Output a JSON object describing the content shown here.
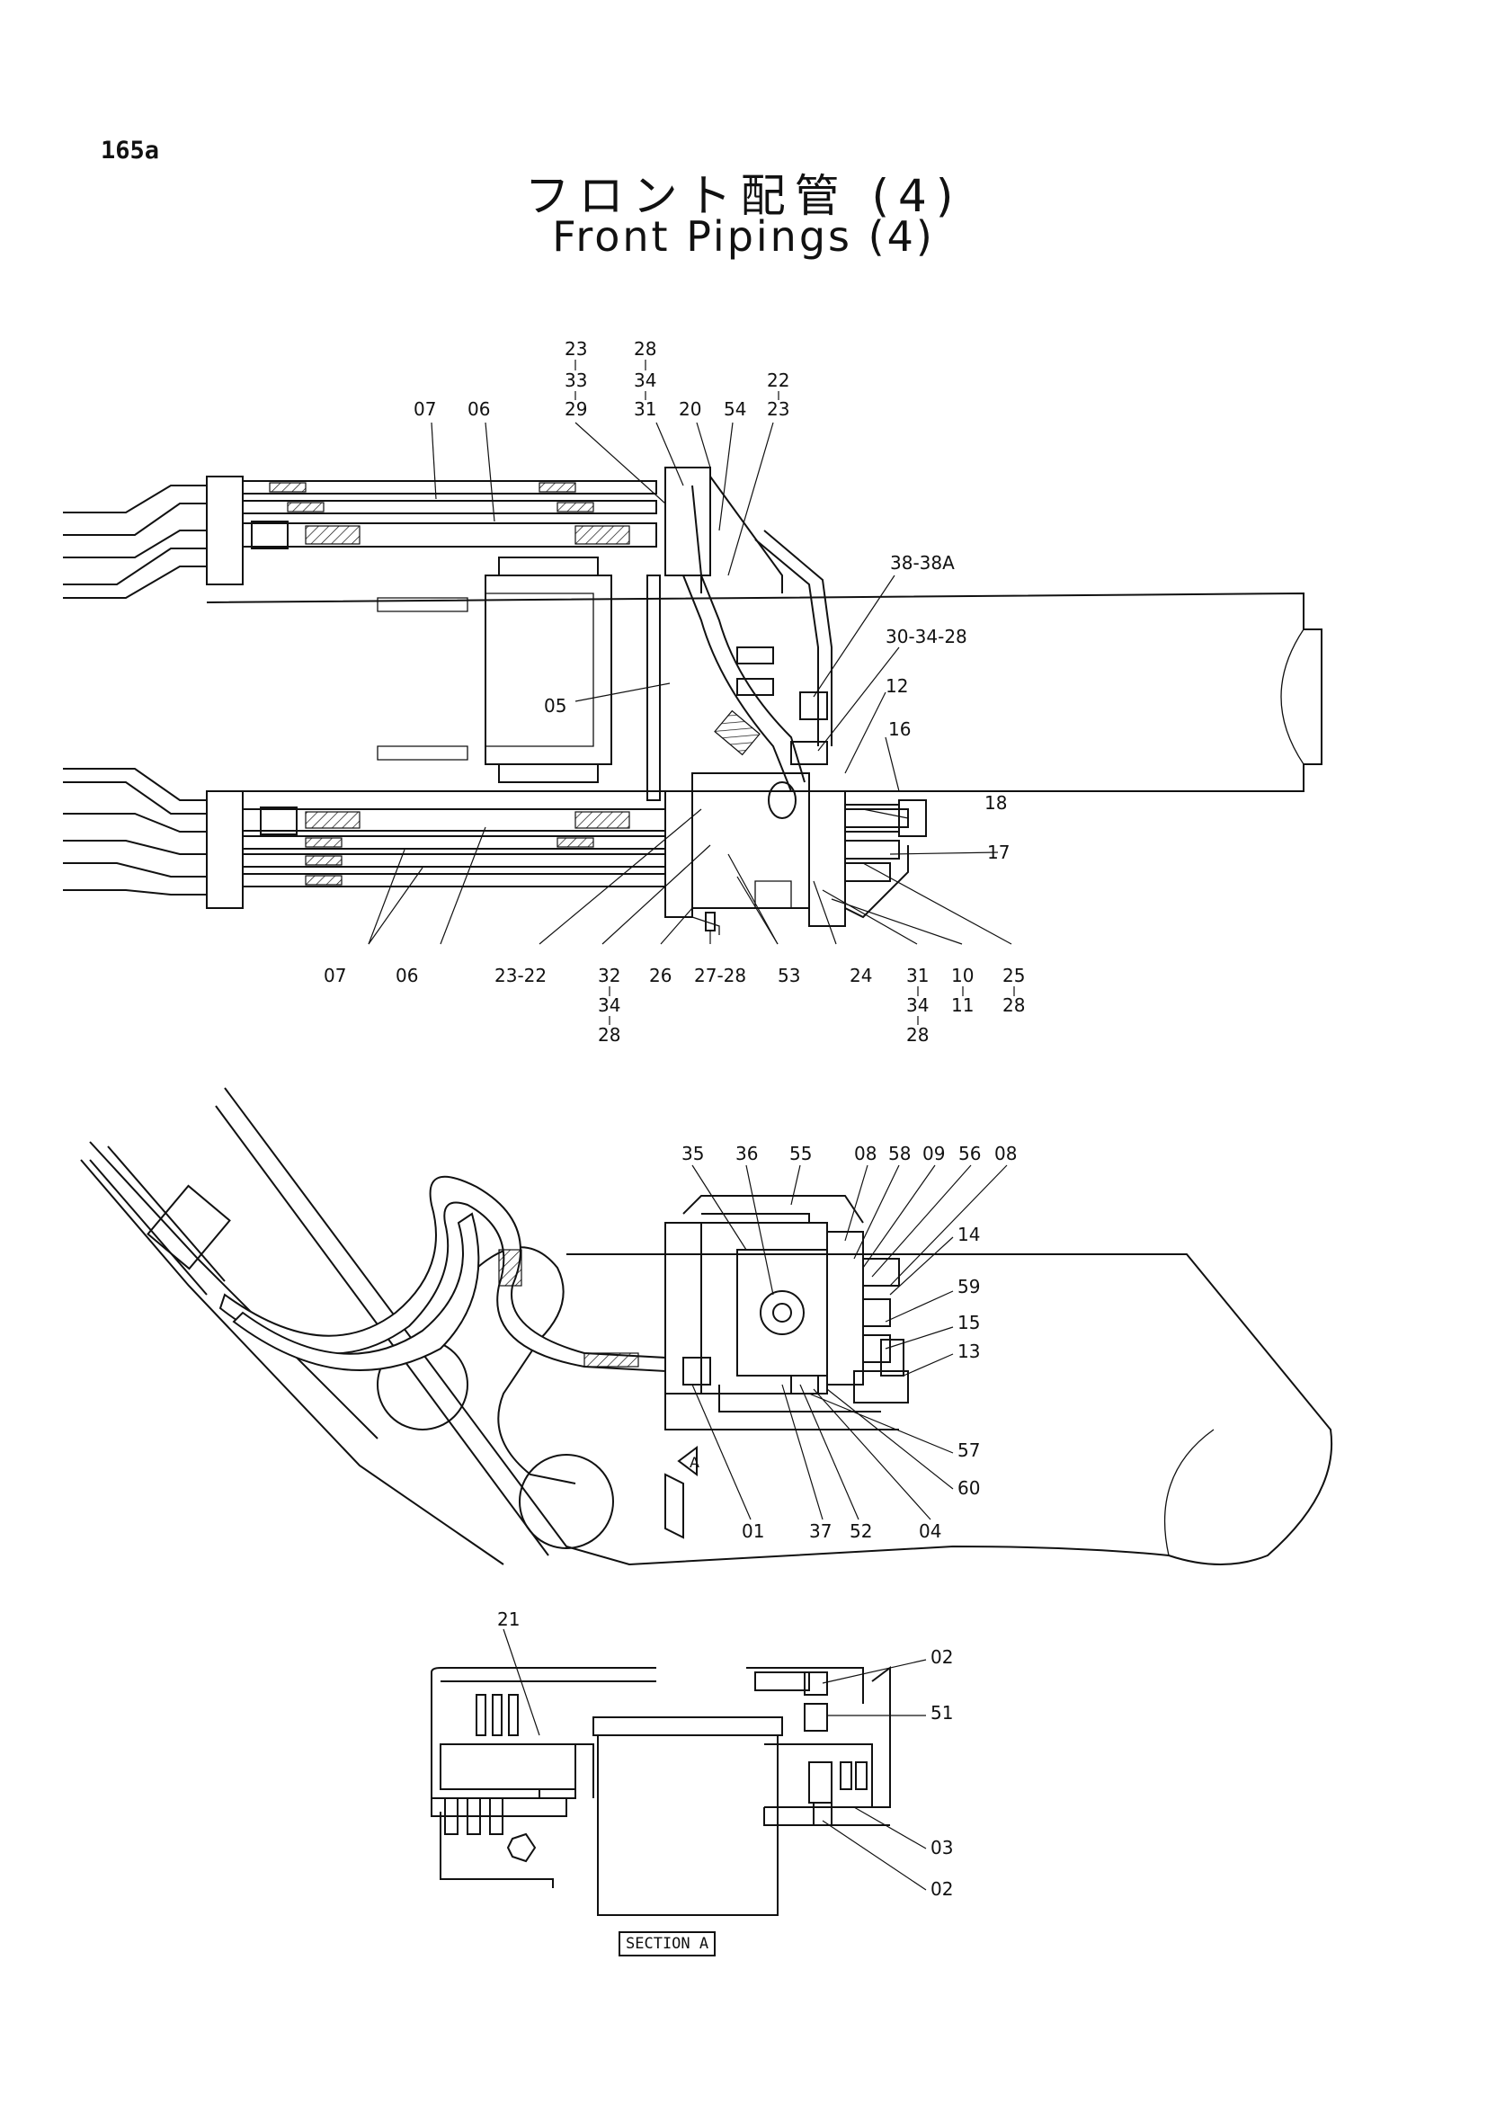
{
  "page_number": "165a",
  "title_jp": "フロント配管 (4)",
  "title_en": "Front Pipings (4)",
  "section_tag": "SECTION A",
  "view_marker": "A",
  "top_view_labels": [
    {
      "id": "23-33-29",
      "lines": [
        "23",
        "33",
        "29"
      ]
    },
    {
      "id": "28-34-31",
      "lines": [
        "28",
        "34",
        "31"
      ]
    },
    {
      "id": "20",
      "lines": [
        "20"
      ]
    },
    {
      "id": "54",
      "lines": [
        "54"
      ]
    },
    {
      "id": "22-23",
      "lines": [
        "22",
        "23"
      ]
    },
    {
      "id": "07-top",
      "lines": [
        "07"
      ]
    },
    {
      "id": "06-top",
      "lines": [
        "06"
      ]
    },
    {
      "id": "38-38A",
      "lines": [
        "38-38A"
      ]
    },
    {
      "id": "30-34-28",
      "lines": [
        "30-34-28"
      ]
    },
    {
      "id": "05",
      "lines": [
        "05"
      ]
    },
    {
      "id": "12",
      "lines": [
        "12"
      ]
    },
    {
      "id": "16",
      "lines": [
        "16"
      ]
    },
    {
      "id": "18",
      "lines": [
        "18"
      ]
    },
    {
      "id": "17",
      "lines": [
        "17"
      ]
    },
    {
      "id": "07-bot",
      "lines": [
        "07"
      ]
    },
    {
      "id": "06-bot",
      "lines": [
        "06"
      ]
    },
    {
      "id": "23-22",
      "lines": [
        "23-22"
      ]
    },
    {
      "id": "32-34-28",
      "lines": [
        "32",
        "34",
        "28"
      ]
    },
    {
      "id": "26",
      "lines": [
        "26"
      ]
    },
    {
      "id": "27-28",
      "lines": [
        "27-28"
      ]
    },
    {
      "id": "53",
      "lines": [
        "53"
      ]
    },
    {
      "id": "24",
      "lines": [
        "24"
      ]
    },
    {
      "id": "31-34-28",
      "lines": [
        "31",
        "34",
        "28"
      ]
    },
    {
      "id": "10-11",
      "lines": [
        "10",
        "11"
      ]
    },
    {
      "id": "25-28",
      "lines": [
        "25",
        "28"
      ]
    }
  ],
  "side_view_labels": [
    {
      "id": "35",
      "text": "35"
    },
    {
      "id": "36",
      "text": "36"
    },
    {
      "id": "55",
      "text": "55"
    },
    {
      "id": "08a",
      "text": "08"
    },
    {
      "id": "58",
      "text": "58"
    },
    {
      "id": "09",
      "text": "09"
    },
    {
      "id": "56",
      "text": "56"
    },
    {
      "id": "08b",
      "text": "08"
    },
    {
      "id": "14",
      "text": "14"
    },
    {
      "id": "59",
      "text": "59"
    },
    {
      "id": "15",
      "text": "15"
    },
    {
      "id": "13",
      "text": "13"
    },
    {
      "id": "57",
      "text": "57"
    },
    {
      "id": "60",
      "text": "60"
    },
    {
      "id": "01",
      "text": "01"
    },
    {
      "id": "37",
      "text": "37"
    },
    {
      "id": "52",
      "text": "52"
    },
    {
      "id": "04",
      "text": "04"
    }
  ],
  "section_labels": [
    {
      "id": "21",
      "text": "21"
    },
    {
      "id": "02a",
      "text": "02"
    },
    {
      "id": "51",
      "text": "51"
    },
    {
      "id": "03",
      "text": "03"
    },
    {
      "id": "02b",
      "text": "02"
    }
  ]
}
